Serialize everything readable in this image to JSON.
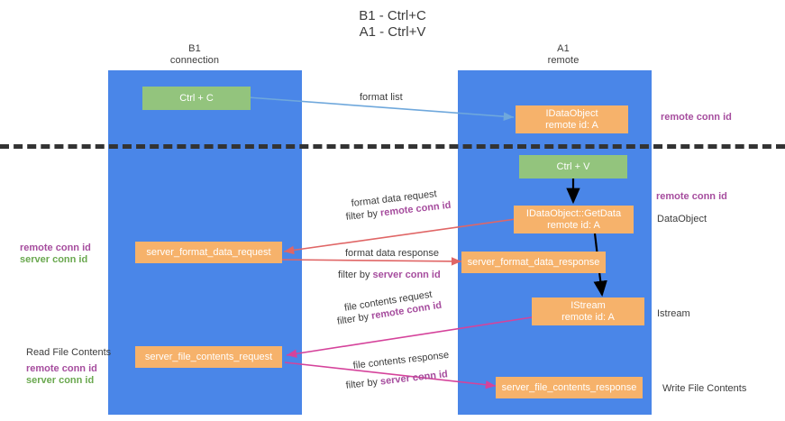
{
  "title": {
    "line1": "B1 - Ctrl+C",
    "line2": "A1 - Ctrl+V"
  },
  "columns": [
    {
      "key": "b1",
      "name": "B1",
      "role": "connection"
    },
    {
      "key": "a1",
      "name": "A1",
      "role": "remote"
    }
  ],
  "nodes": {
    "ctrl_c": {
      "line1": "Ctrl + C",
      "line2": "",
      "color": "#93c47d"
    },
    "idataobject": {
      "line1": "IDataObject",
      "line2": "remote id: A",
      "color": "#f6b26b"
    },
    "ctrl_v": {
      "line1": "Ctrl + V",
      "line2": "",
      "color": "#93c47d"
    },
    "getdata": {
      "line1": "IDataObject::GetData",
      "line2": "remote id: A",
      "color": "#f6b26b"
    },
    "server_format_data_request": {
      "line1": "server_format_data_request",
      "line2": "",
      "color": "#f6b26b"
    },
    "server_format_data_response": {
      "line1": "server_format_data_response",
      "line2": "",
      "color": "#f6b26b"
    },
    "istream": {
      "line1": "IStream",
      "line2": "remote id: A",
      "color": "#f6b26b"
    },
    "server_file_contents_request": {
      "line1": "server_file_contents_request",
      "line2": "",
      "color": "#f6b26b"
    },
    "server_file_contents_response": {
      "line1": "server_file_contents_response",
      "line2": "",
      "color": "#f6b26b"
    }
  },
  "edge_labels": {
    "format_list": "format list",
    "format_data_request": "format data request",
    "format_data_request_filter_prefix": "filter by ",
    "format_data_request_filter_key": "remote conn id",
    "format_data_response": "format data response",
    "format_data_response_filter_prefix": "filter by ",
    "format_data_response_filter_key": "server conn id",
    "file_contents_request": "file contents request",
    "file_contents_request_filter_prefix": "filter by ",
    "file_contents_request_filter_key": "remote conn id",
    "file_contents_response": "file contents response",
    "file_contents_response_filter_prefix": "filter by ",
    "file_contents_response_filter_key": "server conn id"
  },
  "side_labels": {
    "right_remote_conn_top": "remote conn id",
    "right_remote_conn_mid": "remote conn id",
    "right_dataobject": "DataObject",
    "right_istream": "Istream",
    "right_write_file_contents": "Write File Contents",
    "left_remote_conn_id_a": "remote conn id",
    "left_server_conn_id_a": "server conn id",
    "left_read_file_contents": "Read File Contents",
    "left_remote_conn_id_b": "remote conn id",
    "left_server_conn_id_b": "server conn id"
  },
  "colors": {
    "band": "#4a86e8",
    "green_node": "#93c47d",
    "orange_node": "#f6b26b",
    "purple_text": "#a64d9e",
    "green_text": "#6aa84f",
    "arrow_blue": "#6fa8dc",
    "arrow_red": "#e06666",
    "arrow_magenta": "#d5439b",
    "arrow_black": "#000000",
    "separator": "#333333"
  }
}
